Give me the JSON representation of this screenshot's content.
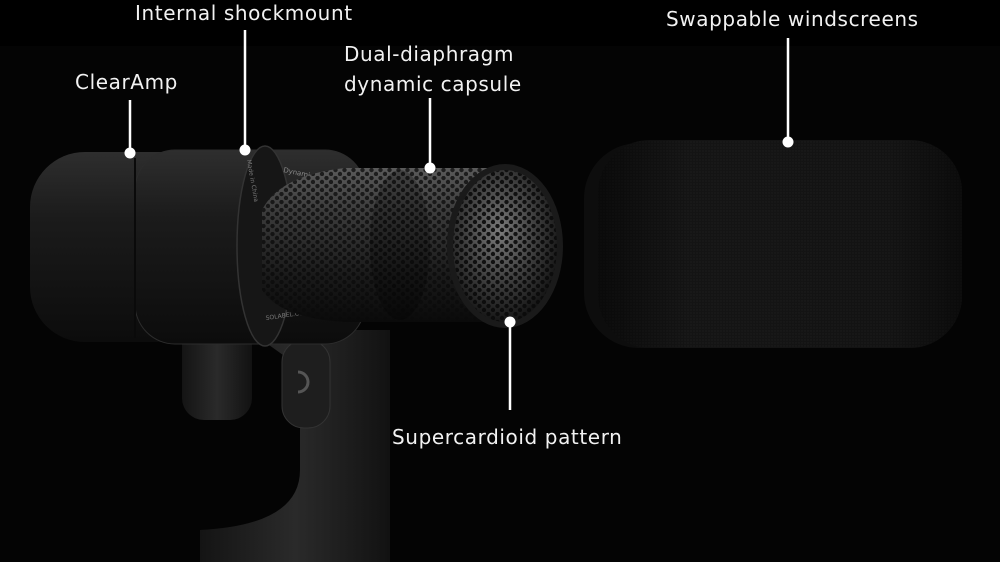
{
  "callouts": {
    "shockmount": "Internal shockmount",
    "clearamp": "ClearAmp",
    "capsule_line1": "Dual-diaphragm",
    "capsule_line2": "dynamic capsule",
    "windscreens": "Swappable windscreens",
    "pattern": "Supercardioid pattern"
  },
  "product_markings": {
    "band_text": "Dynamic Microphone",
    "origin_text": "Made in China",
    "compliance_text": "SOLABEL.COMPLIANCE"
  },
  "colors": {
    "background": "#000000",
    "label_text": "#f2f2f2",
    "leader_line": "#ffffff",
    "mic_body": "#1c1c1c"
  }
}
